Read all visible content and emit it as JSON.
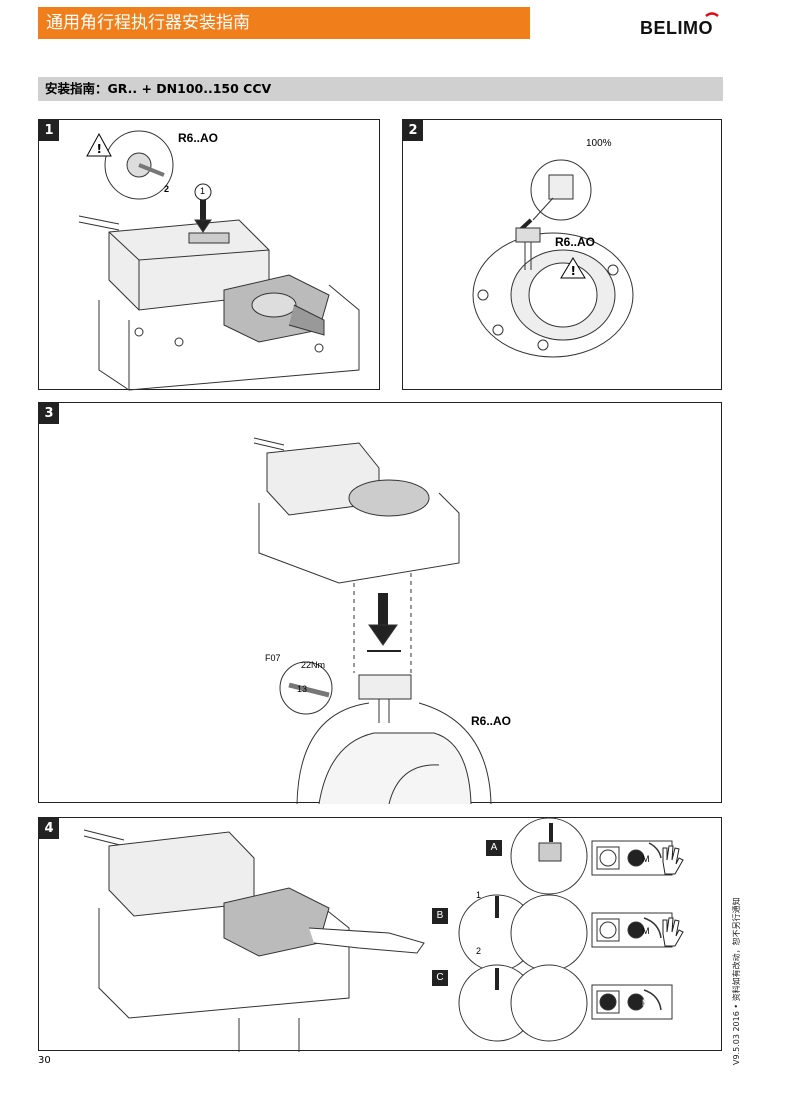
{
  "header": {
    "title": "通用角行程执行器安装指南",
    "logo": "BELIMO"
  },
  "section": {
    "title": "安装指南：GR.. + DN100..150 CCV"
  },
  "panels": [
    {
      "number": "1",
      "label": "R6..AO",
      "callout_1": "1",
      "callout_2": "2"
    },
    {
      "number": "2",
      "label": "R6..AO",
      "percent": "100%"
    },
    {
      "number": "3",
      "label": "R6..AO",
      "flange": "F07",
      "torque": "22Nm",
      "wrench": "13"
    },
    {
      "number": "4",
      "options": [
        "A",
        "B",
        "C"
      ],
      "callout_1": "1",
      "callout_2": "2",
      "manual_symbol": "M"
    }
  ],
  "footer": {
    "page_number": "30",
    "version_note": "V9.5.03 2016 • 资料如有改动，恕不另行通知"
  },
  "colors": {
    "accent": "#f07f1b",
    "section_bar": "#d0d0d0",
    "logo_accent": "#e30613"
  }
}
